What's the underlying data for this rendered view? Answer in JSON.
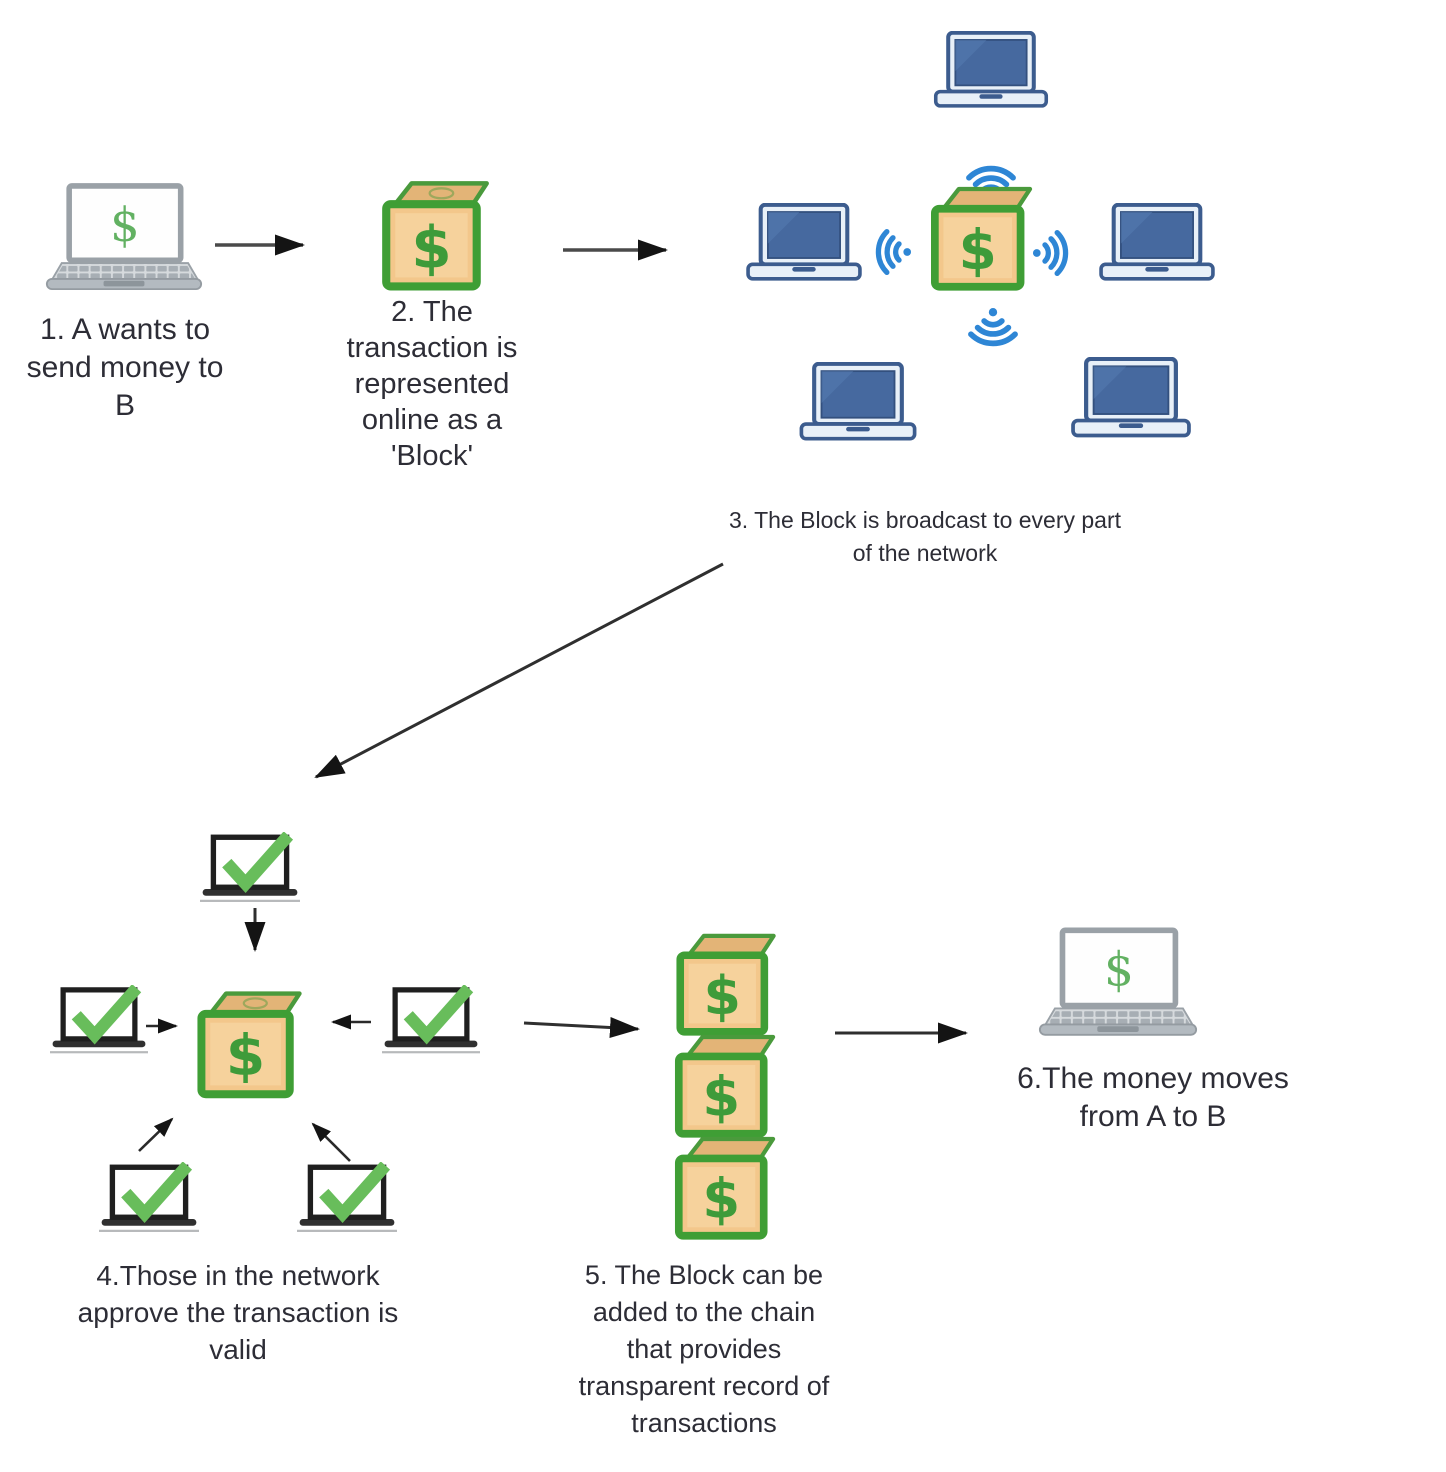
{
  "diagram_title": "",
  "steps": [
    {
      "id": 1,
      "caption_lines": [
        "1. A wants to",
        "send money to",
        "B"
      ]
    },
    {
      "id": 2,
      "caption_lines": [
        "2. The",
        "transaction is",
        "represented",
        "online as a",
        "'Block'"
      ]
    },
    {
      "id": 3,
      "caption_lines": [
        "3. The Block is broadcast to every part",
        "of the network"
      ]
    },
    {
      "id": 4,
      "caption_lines": [
        "4.Those in the network",
        "approve the transaction is",
        "valid"
      ]
    },
    {
      "id": 5,
      "caption_lines": [
        "5. The Block can be",
        "added to the chain",
        "that provides",
        "transparent record of",
        "transactions"
      ]
    },
    {
      "id": 6,
      "caption_lines": [
        "6.The money moves",
        "from A to B"
      ]
    }
  ],
  "glyphs": {
    "dollar": "$"
  },
  "icons": {
    "laptop_money": "gray-laptop-with-dollar-screen",
    "block": "toy-block-with-dollar",
    "laptop_network": "blue-laptop",
    "wifi": "wifi-broadcast-waves",
    "laptop_approved": "laptop-with-green-checkmark",
    "blockchain_stack": "stack-of-three-dollar-blocks"
  },
  "colors": {
    "block_border_green": "#4ea13c",
    "block_face_tan": "#f2c389",
    "block_dollar_green": "#3e9b3a",
    "laptop_dollar_green": "#62b162",
    "network_laptop_blue": "#3c5c8e",
    "network_screen_blue": "#46699f",
    "wifi_blue": "#2e86d5",
    "check_green": "#68bd5b",
    "gray_laptop": "#9aa1a7",
    "text": "#2d2d36",
    "arrow": "#3f3f3f"
  }
}
